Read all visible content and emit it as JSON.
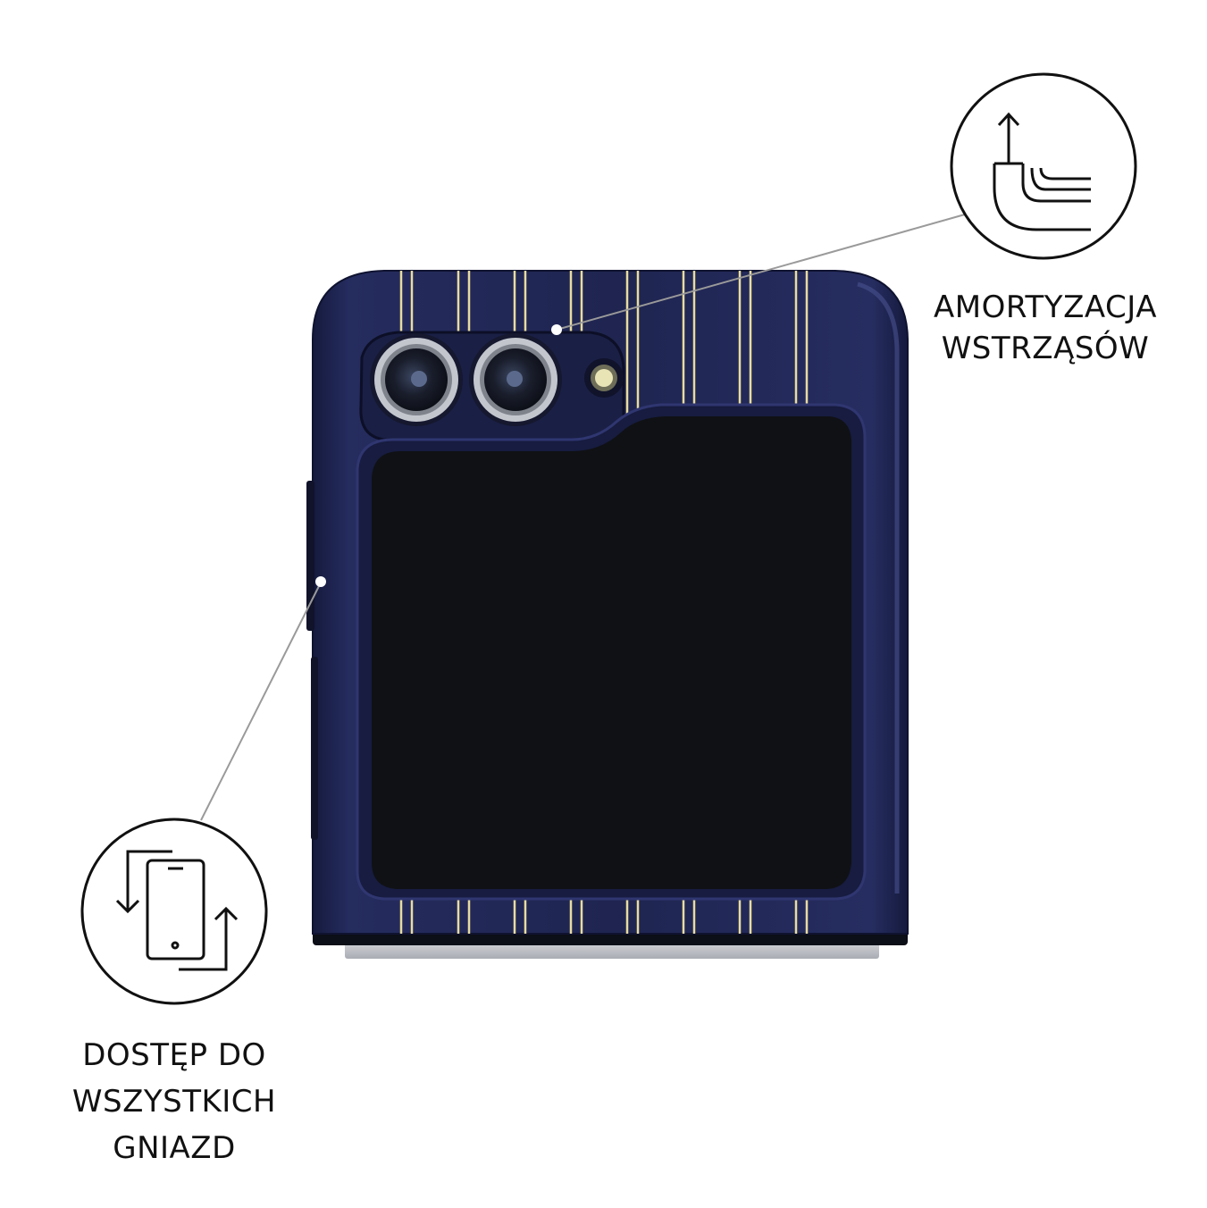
{
  "features": [
    {
      "id": "shock-absorption",
      "icon": "shock-absorption-icon",
      "lines": [
        "AMORTYZACJA",
        "WSTRZĄSÓW"
      ]
    },
    {
      "id": "port-access",
      "icon": "phone-rotate-icon",
      "lines": [
        "DOSTĘP DO",
        "WSZYSTKICH",
        "GNIAZD"
      ]
    }
  ],
  "colors": {
    "case_body": "#1f2550",
    "case_edge": "#2b3266",
    "stripe": "#e8dca0",
    "screen": "#101114",
    "lens_ring": "#b9bcc4",
    "hinge": "#c9cbd0",
    "icon_stroke": "#111111",
    "callout_line": "#9a9a9a"
  }
}
